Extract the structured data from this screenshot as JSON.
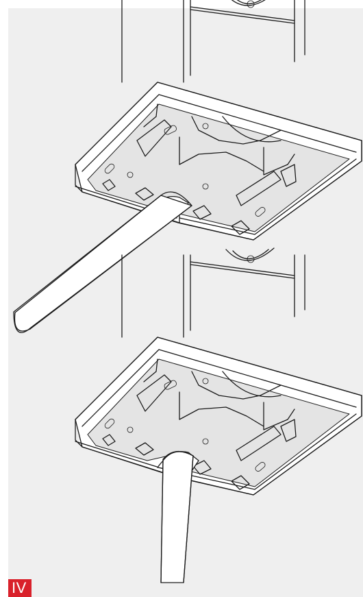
{
  "step_label": "IV",
  "colors": {
    "background_panel": "#efefef",
    "badge": "#d9212b",
    "line_art": "#1a1a1a"
  },
  "figures": [
    {
      "name": "cable-routed-diagonally",
      "cable_direction": "diagonal"
    },
    {
      "name": "cable-routed-vertically",
      "cable_direction": "vertical"
    }
  ]
}
